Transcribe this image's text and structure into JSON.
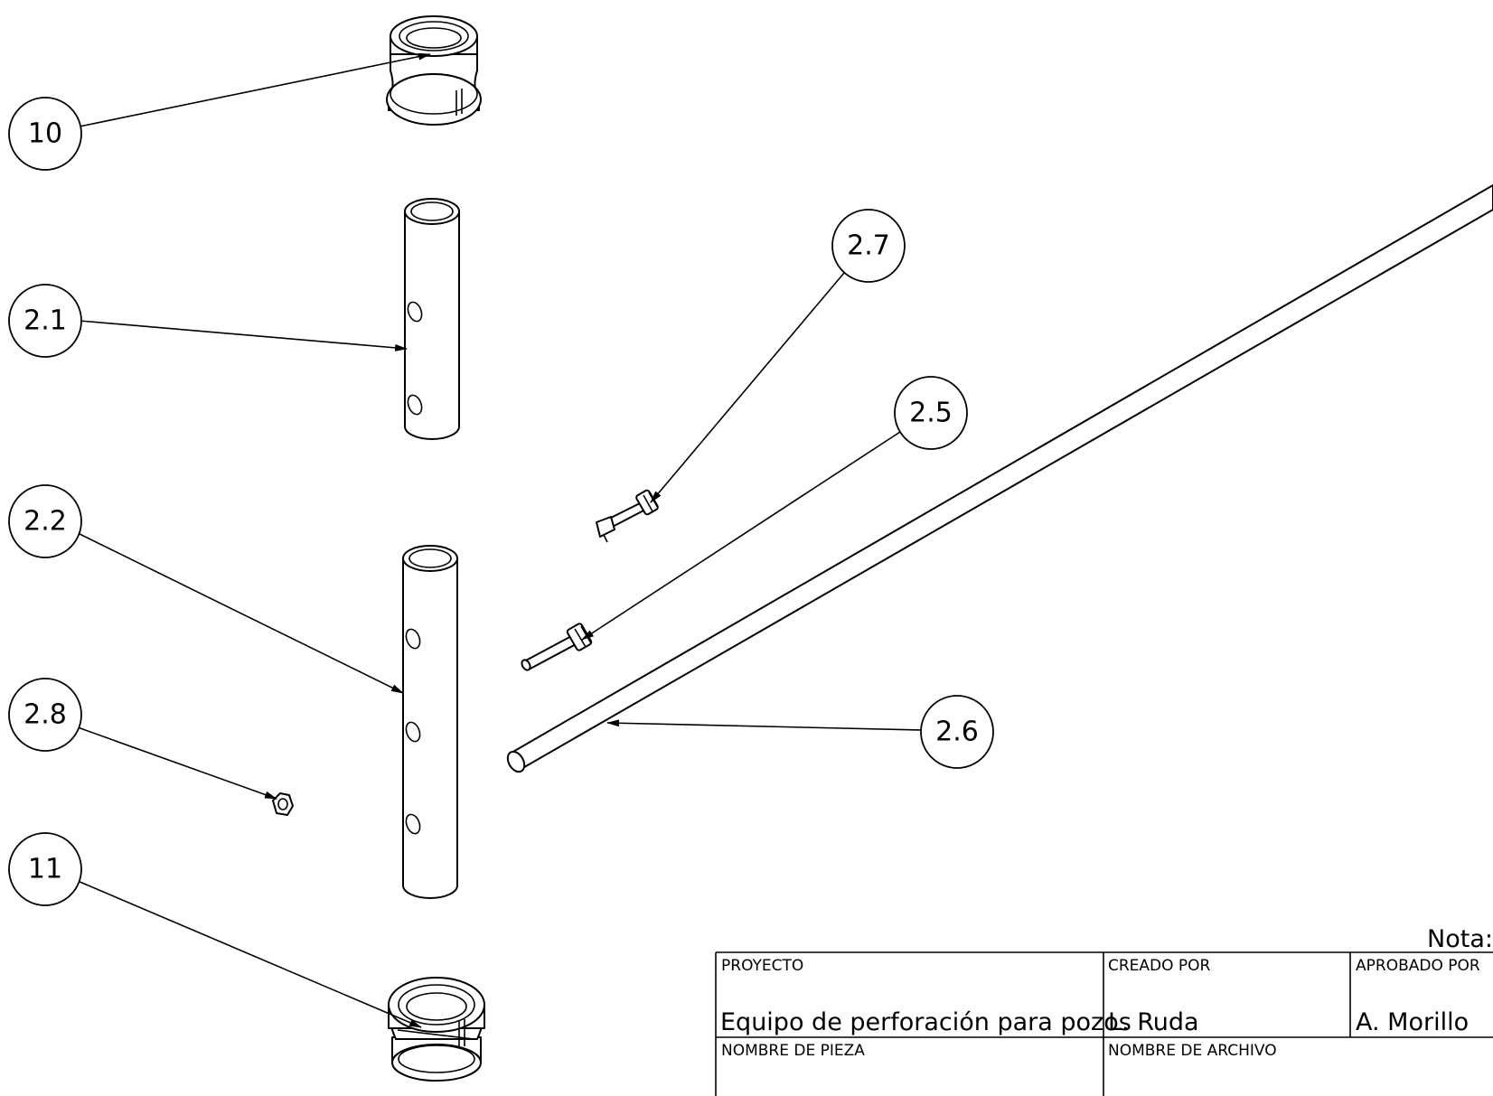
{
  "balloons": {
    "b10": "10",
    "b21": "2.1",
    "b22": "2.2",
    "b28": "2.8",
    "b11": "11",
    "b27": "2.7",
    "b25": "2.5",
    "b26": "2.6"
  },
  "title_block": {
    "note_label": "Nota:",
    "project_label": "PROYECTO",
    "project_value": "Equipo de perforación para pozos",
    "created_by_label": "CREADO POR",
    "created_by_value": "L. Ruda",
    "approved_by_label": "APROBADO POR",
    "approved_by_value": "A. Morillo",
    "part_name_label": "NOMBRE DE PIEZA",
    "file_name_label": "NOMBRE DE ARCHIVO"
  }
}
